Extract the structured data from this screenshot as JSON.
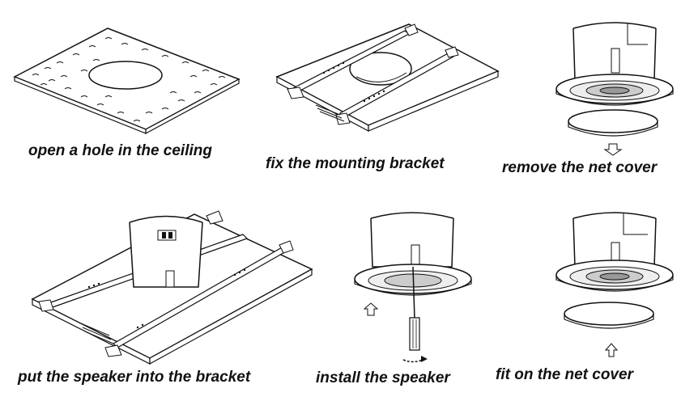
{
  "steps": [
    {
      "caption": "open a hole in the ceiling",
      "icon": "ceiling-hole-icon"
    },
    {
      "caption": "fix the mounting bracket",
      "icon": "mounting-bracket-icon"
    },
    {
      "caption": "remove the net cover",
      "icon": "remove-cover-icon"
    },
    {
      "caption": "put the speaker into the bracket",
      "icon": "speaker-into-bracket-icon"
    },
    {
      "caption": "install the speaker",
      "icon": "install-speaker-icon"
    },
    {
      "caption": "fit on the net cover",
      "icon": "fit-cover-icon"
    }
  ],
  "colors": {
    "ink": "#111111",
    "background": "#ffffff",
    "grey": "#bbbbbb"
  }
}
